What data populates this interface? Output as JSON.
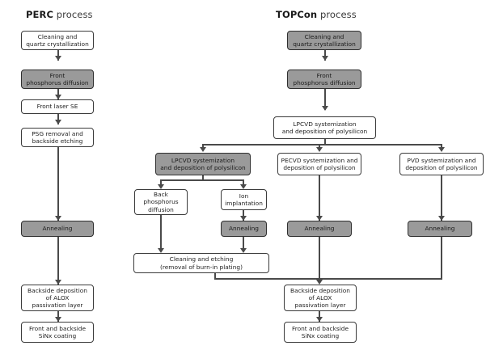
{
  "figure": {
    "type": "process-flow-diagram",
    "background_color": "#ffffff",
    "highlight_fill": "#9a9a9a",
    "line_color": "#4a4a4a"
  },
  "titles": {
    "perc_strong": "PERC",
    "perc_light": " process",
    "topcon_strong": "TOPCon",
    "topcon_light": " process"
  },
  "perc": {
    "step1": "Cleaning and\nquartz crystallization",
    "step2": "Front\nphosphorus diffusion",
    "step3": "Front laser SE",
    "step4": "PSG removal and\nbackside etching",
    "step5": "Annealing",
    "step6": "Backside deposition\nof ALOX\npassivation layer",
    "step7": "Front and backside\nSiNx coating"
  },
  "topcon": {
    "step1": "Cleaning and\nquartz crystallization",
    "step2": "Front\nphosphorus diffusion",
    "step3": "LPCVD systemization\nand deposition of polysilicon",
    "branch_lpcvd": "LPCVD systemization\nand deposition of polysilicon",
    "branch_pecvd": "PECVD systemization and\ndeposition of polysilicon",
    "branch_pvd": "PVD systemization and\ndeposition of polysilicon",
    "back_phosphorus": "Back\nphosphorus\ndiffusion",
    "ion_implantation": "Ion\nimplantation",
    "annealing_ion": "Annealing",
    "annealing_pecvd": "Annealing",
    "annealing_pvd": "Annealing",
    "cleaning_etching": "Cleaning and etching\n(removal of burn-in plating)",
    "backside_alox": "Backside deposition\nof ALOX\npassivation layer",
    "sinx_coating": "Front and backside\nSiNx coating"
  }
}
